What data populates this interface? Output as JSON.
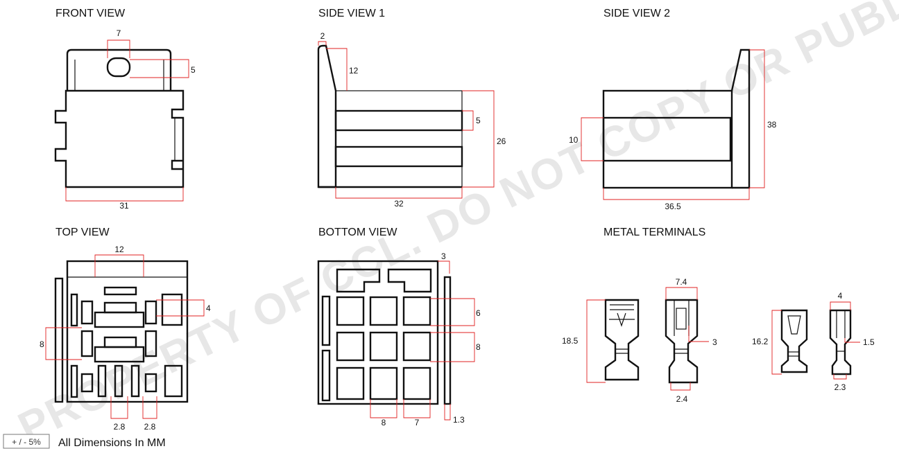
{
  "views": {
    "front": {
      "title": "FRONT VIEW",
      "dims": [
        "7",
        "5",
        "31"
      ]
    },
    "side1": {
      "title": "SIDE VIEW 1",
      "dims": [
        "2",
        "12",
        "5",
        "26",
        "32"
      ]
    },
    "side2": {
      "title": "SIDE VIEW 2",
      "dims": [
        "10",
        "38",
        "36.5"
      ]
    },
    "top": {
      "title": "TOP VIEW",
      "dims": [
        "12",
        "4",
        "8",
        "2.8",
        "2.8"
      ]
    },
    "bottom": {
      "title": "BOTTOM VIEW",
      "dims": [
        "3",
        "6",
        "8",
        "8",
        "7",
        "1.3"
      ]
    },
    "terminals": {
      "title": "METAL TERMINALS",
      "dims": [
        "7.4",
        "18.5",
        "3",
        "2.4",
        "4",
        "16.2",
        "1.5",
        "2.3"
      ]
    }
  },
  "footer": {
    "tolerance": "+ / - 5%",
    "note": "All Dimensions In MM"
  },
  "watermark": "PROPERTY OF CCL. DO NOT COPY OR PUBLISH",
  "colors": {
    "outline": "#111111",
    "dimension_line": "#e02020",
    "watermark": "#d4d4d4"
  }
}
